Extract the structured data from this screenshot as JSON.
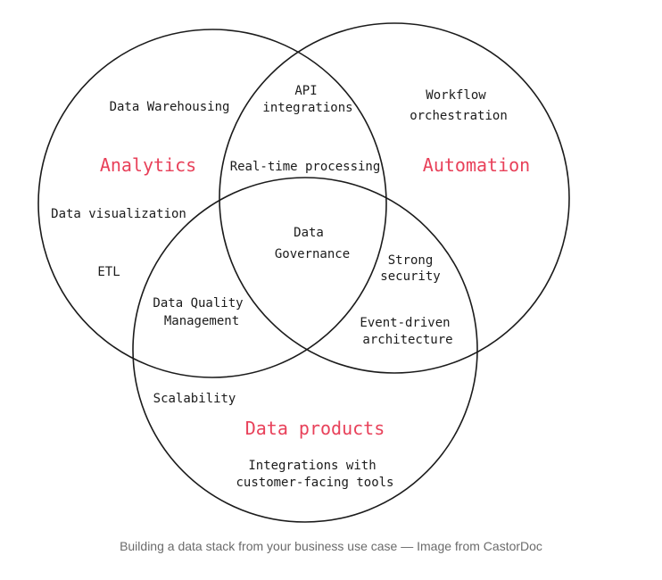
{
  "diagram": {
    "circles": {
      "analytics": "Analytics",
      "automation": "Automation",
      "data_products": "Data products"
    },
    "analytics_only": {
      "data_warehousing": "Data Warehousing",
      "data_visualization": "Data visualization",
      "etl": "ETL"
    },
    "automation_only": {
      "workflow_line1": "Workflow",
      "workflow_line2": "orchestration"
    },
    "analytics_automation": {
      "api_line1": "API",
      "api_line2": "integrations",
      "realtime": "Real-time processing"
    },
    "center": {
      "line1": "Data",
      "line2": "Governance"
    },
    "automation_products": {
      "security_line1": "Strong",
      "security_line2": "security",
      "event_line1": "Event-driven",
      "event_line2": "architecture"
    },
    "analytics_products": {
      "dq_line1": "Data Quality",
      "dq_line2": "Management"
    },
    "products_only": {
      "scalability": "Scalability",
      "integrations_line1": "Integrations with",
      "integrations_line2": "customer-facing tools"
    }
  },
  "caption": "Building a data stack from your business use case — Image from CastorDoc",
  "colors": {
    "accent": "#e8415a",
    "stroke": "#1b1b1b",
    "caption": "#6b6b6b"
  }
}
